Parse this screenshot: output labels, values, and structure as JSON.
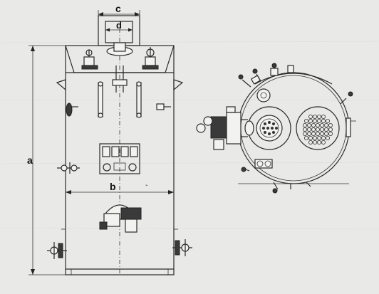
{
  "dimensions": {
    "height_label": "a",
    "width_label": "b",
    "top_width_label": "c",
    "top_inner_label": "d"
  },
  "colors": {
    "paper": "#e9e9e7",
    "ink": "#2a2a2a"
  }
}
